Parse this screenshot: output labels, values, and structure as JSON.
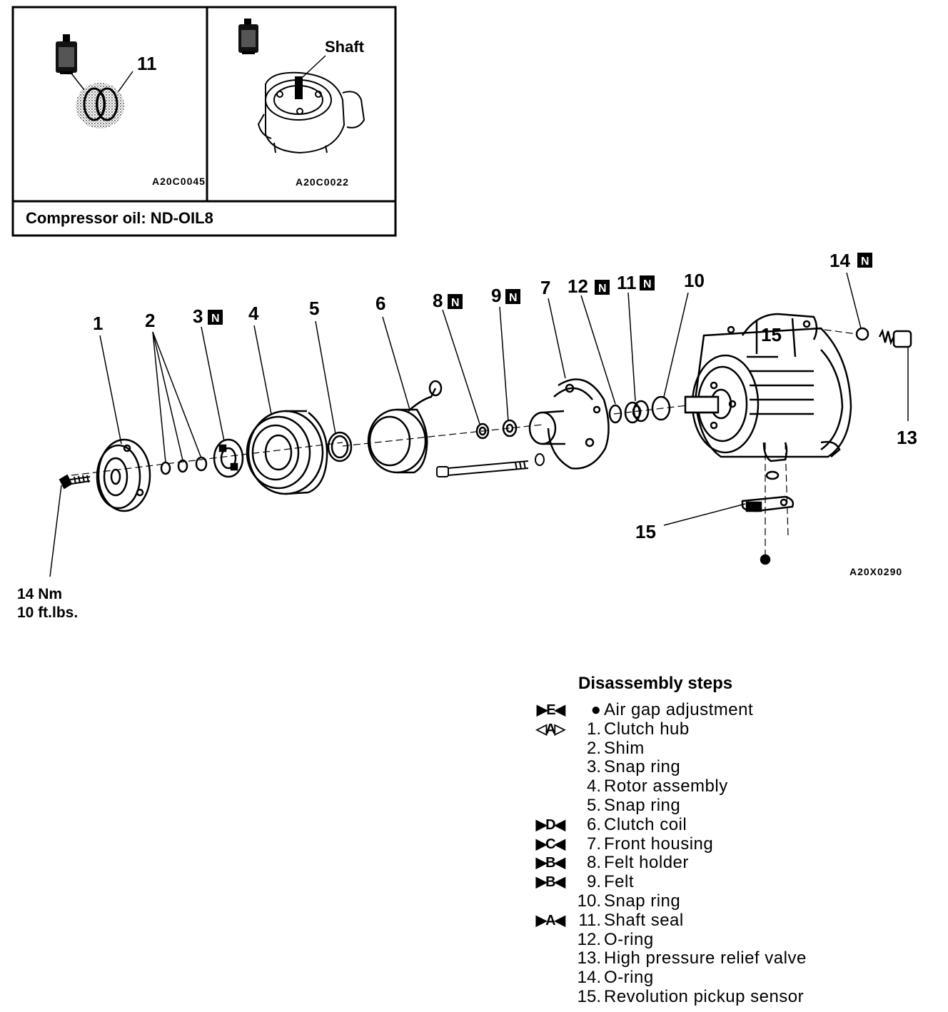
{
  "inset": {
    "left_label": "11",
    "left_code": "A20C0045",
    "right_label": "Shaft",
    "right_code": "A20C0022",
    "caption": "Compressor oil: ND-OIL8"
  },
  "callouts": {
    "c1": "1",
    "c2": "2",
    "c3": "3",
    "c4": "4",
    "c5": "5",
    "c6": "6",
    "c7": "7",
    "c8": "8",
    "c9": "9",
    "c10": "10",
    "c11": "11",
    "c12": "12",
    "c13": "13",
    "c14": "14",
    "c15": "15",
    "c15b": "15",
    "new_mark": "N"
  },
  "diagram_code": "A20X0290",
  "torque": {
    "line1": "14 Nm",
    "line2": "10 ft.lbs."
  },
  "steps": {
    "title": "Disassembly steps",
    "items": [
      {
        "mark": "▶E◀",
        "num": "●",
        "text": "Air gap adjustment"
      },
      {
        "mark": "◁A▷",
        "num": "1.",
        "text": "Clutch hub"
      },
      {
        "mark": "",
        "num": "2.",
        "text": "Shim"
      },
      {
        "mark": "",
        "num": "3.",
        "text": "Snap ring"
      },
      {
        "mark": "",
        "num": "4.",
        "text": "Rotor assembly"
      },
      {
        "mark": "",
        "num": "5.",
        "text": "Snap ring"
      },
      {
        "mark": "▶D◀",
        "num": "6.",
        "text": "Clutch coil"
      },
      {
        "mark": "▶C◀",
        "num": "7.",
        "text": "Front housing"
      },
      {
        "mark": "▶B◀",
        "num": "8.",
        "text": "Felt holder"
      },
      {
        "mark": "▶B◀",
        "num": "9.",
        "text": "Felt"
      },
      {
        "mark": "",
        "num": "10.",
        "text": "Snap ring"
      },
      {
        "mark": "▶A◀",
        "num": "11.",
        "text": "Shaft seal"
      },
      {
        "mark": "",
        "num": "12.",
        "text": "O-ring"
      },
      {
        "mark": "",
        "num": "13.",
        "text": "High pressure relief valve"
      },
      {
        "mark": "",
        "num": "14.",
        "text": "O-ring"
      },
      {
        "mark": "",
        "num": "15.",
        "text": "Revolution pickup sensor"
      }
    ]
  }
}
